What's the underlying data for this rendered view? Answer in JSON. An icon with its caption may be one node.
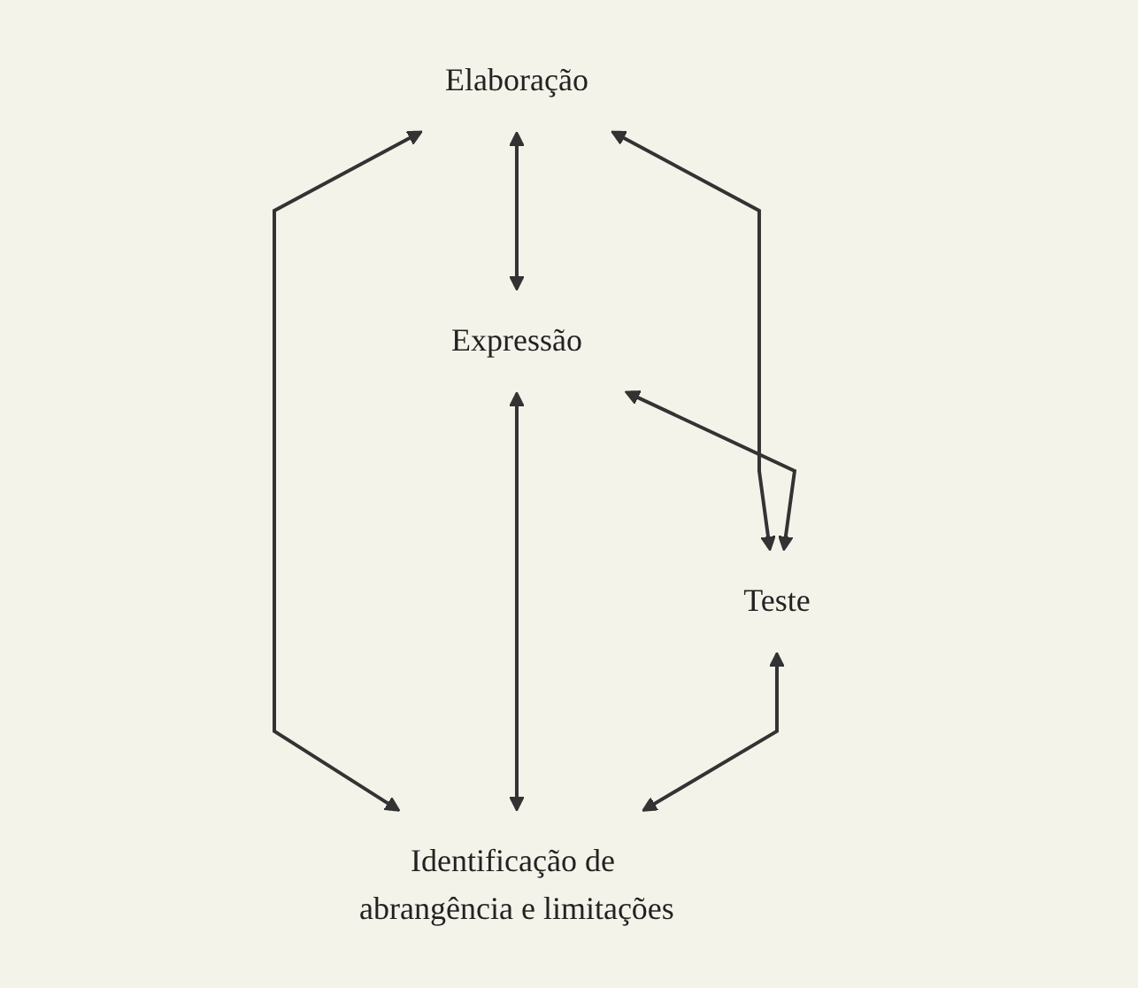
{
  "diagram": {
    "nodes": [
      {
        "text": [
          "Elaboração"
        ]
      },
      {
        "text": [
          "Teste"
        ]
      },
      {
        "text": [
          "Expressão"
        ]
      },
      {
        "text": [
          "Identificação de abrangência e limitações"
        ]
      }
    ],
    "edges": [
      {
        "from": 0,
        "to": 2,
        "arrow": "both"
      },
      {
        "from": 0,
        "to": 1,
        "arrow": "both"
      },
      {
        "from": 0,
        "to": 3,
        "arrow": "both"
      },
      {
        "from": 2,
        "to": 1,
        "arrow": "both"
      },
      {
        "from": 2,
        "to": 3,
        "arrow": "both"
      },
      {
        "from": 1,
        "to": 3,
        "arrow": "both"
      }
    ]
  }
}
